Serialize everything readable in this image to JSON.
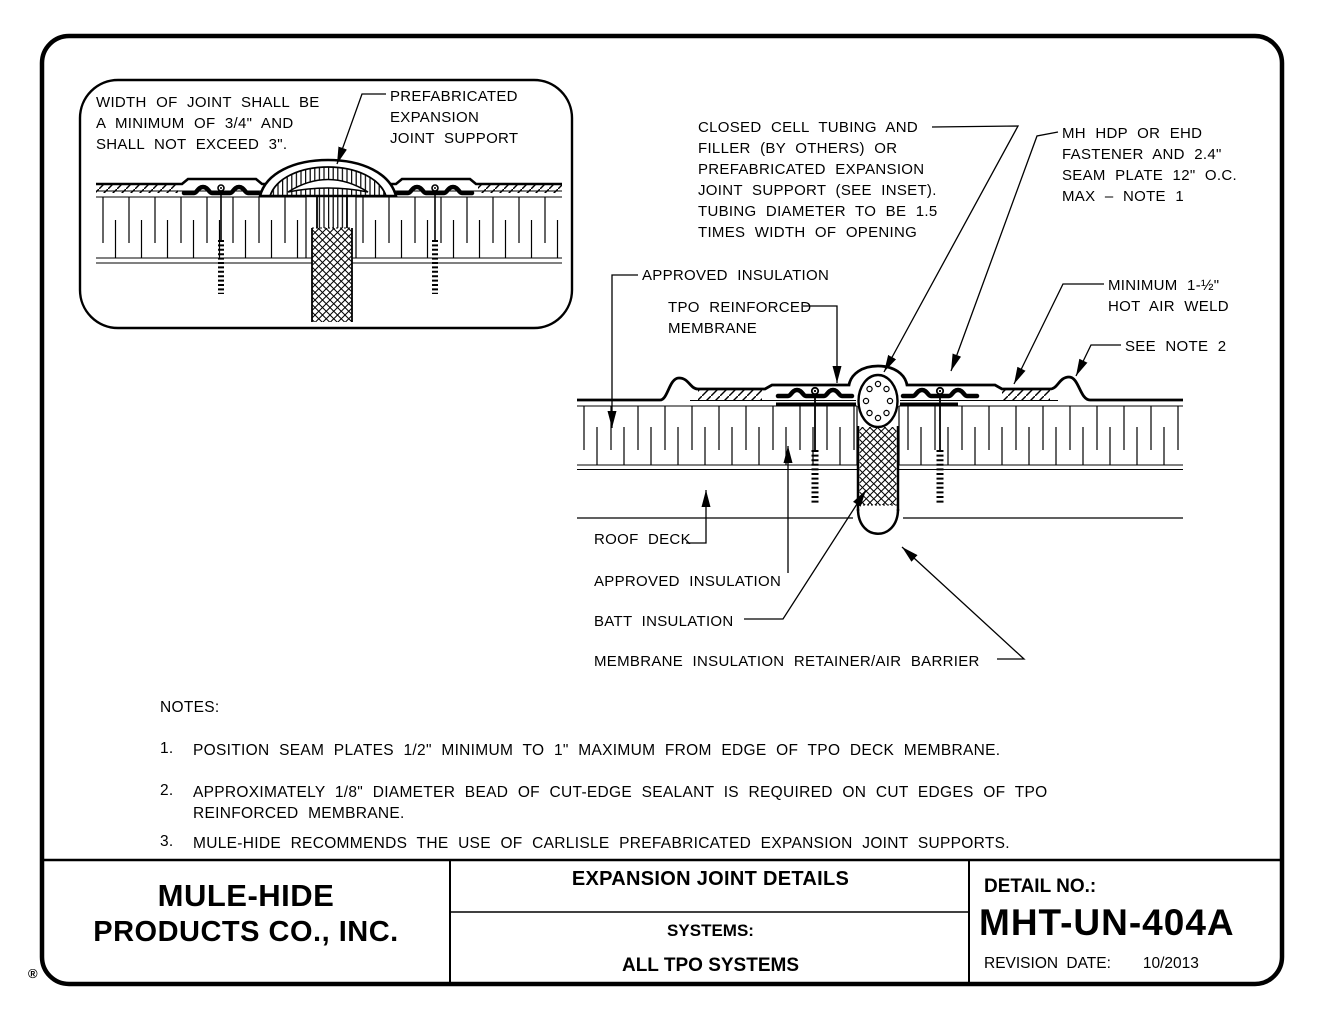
{
  "colors": {
    "ink": "#000000",
    "paper": "#ffffff"
  },
  "inset": {
    "width_note": "WIDTH OF JOINT SHALL BE\nA MINIMUM OF 3/4\" AND\nSHALL NOT EXCEED 3\".",
    "support_label": "PREFABRICATED\nEXPANSION\nJOINT SUPPORT"
  },
  "detail": {
    "closed_cell_label": "CLOSED CELL TUBING AND\nFILLER (BY OTHERS) OR\nPREFABRICATED EXPANSION\nJOINT SUPPORT (SEE INSET).\nTUBING DIAMETER TO BE 1.5\nTIMES WIDTH OF OPENING",
    "fastener_label": "MH HDP OR EHD\nFASTENER AND 2.4\"\nSEAM PLATE 12\" O.C.\nMAX – NOTE 1",
    "approved_insulation_top": "APPROVED INSULATION",
    "tpo_membrane_label": "TPO REINFORCED\nMEMBRANE",
    "hot_air_weld_label": "MINIMUM 1-½\"\nHOT AIR WELD",
    "see_note_2_label": "SEE NOTE 2",
    "roof_deck_label": "ROOF DECK",
    "approved_insulation_bottom": "APPROVED INSULATION",
    "batt_insulation_label": "BATT INSULATION",
    "retainer_label": "MEMBRANE INSULATION RETAINER/AIR BARRIER"
  },
  "notes": {
    "heading": "NOTES:",
    "items": [
      {
        "num": "1.",
        "text": "POSITION SEAM PLATES 1/2\" MINIMUM TO 1\" MAXIMUM FROM EDGE OF TPO DECK MEMBRANE."
      },
      {
        "num": "2.",
        "text": "APPROXIMATELY 1/8\" DIAMETER BEAD OF CUT-EDGE SEALANT IS REQUIRED ON CUT EDGES OF TPO\nREINFORCED MEMBRANE."
      },
      {
        "num": "3.",
        "text": "MULE-HIDE RECOMMENDS THE USE OF CARLISLE PREFABRICATED EXPANSION JOINT SUPPORTS."
      }
    ]
  },
  "title_block": {
    "company_line1": "MULE-HIDE",
    "company_line2": "PRODUCTS CO., INC.",
    "registered_mark": "®",
    "sheet_title": "EXPANSION JOINT DETAILS",
    "systems_label": "SYSTEMS:",
    "systems_value": "ALL TPO SYSTEMS",
    "detail_no_label": "DETAIL NO.:",
    "detail_no_value": "MHT-UN-404A",
    "revision_label": "REVISION DATE:",
    "revision_value": "10/2013"
  }
}
